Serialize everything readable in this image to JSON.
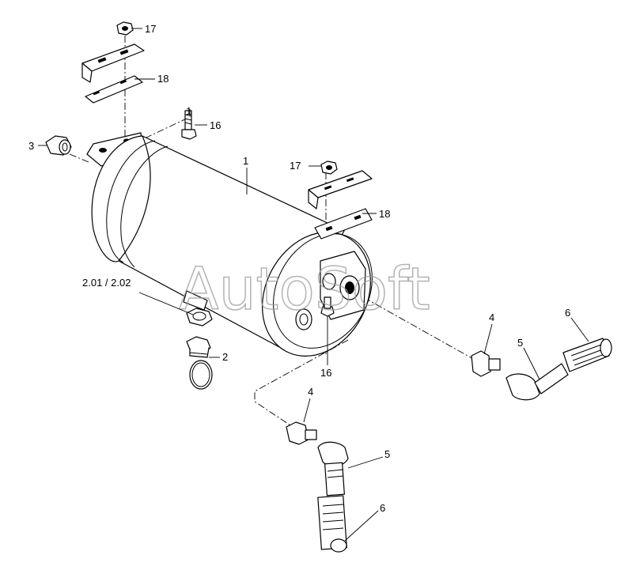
{
  "watermark": "AutoSoft",
  "callouts": [
    {
      "id": "c17a",
      "text": "17"
    },
    {
      "id": "c18a",
      "text": "18"
    },
    {
      "id": "c1a",
      "text": "1"
    },
    {
      "id": "c16a",
      "text": "16"
    },
    {
      "id": "c3",
      "text": "3"
    },
    {
      "id": "c1b",
      "text": "1"
    },
    {
      "id": "c17b",
      "text": "17"
    },
    {
      "id": "c18b",
      "text": "18"
    },
    {
      "id": "c201",
      "text": "2.01 / 2.02"
    },
    {
      "id": "c2",
      "text": "2"
    },
    {
      "id": "c16b",
      "text": "16"
    },
    {
      "id": "c4a",
      "text": "4"
    },
    {
      "id": "c5a",
      "text": "5"
    },
    {
      "id": "c6a",
      "text": "6"
    },
    {
      "id": "c4b",
      "text": "4"
    },
    {
      "id": "c5b",
      "text": "5"
    },
    {
      "id": "c6b",
      "text": "6"
    }
  ]
}
